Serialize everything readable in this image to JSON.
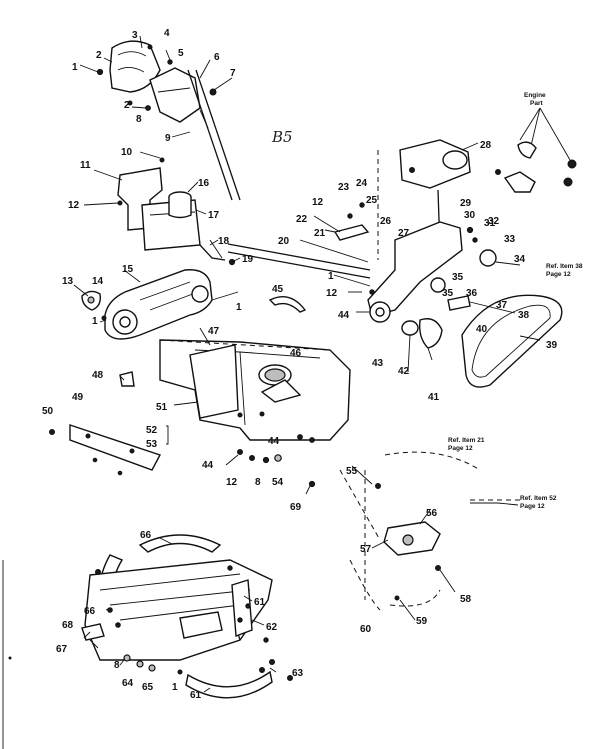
{
  "handwritten_mark": "B5",
  "notes": {
    "engine_part_line1": "Engine",
    "engine_part_line2": "Part",
    "ref_38_line1": "Ref. Item 38",
    "ref_38_line2": "Page 12",
    "ref_21_line1": "Ref. Item 21",
    "ref_21_line2": "Page 12",
    "ref_52_line1": "Ref. Item 52",
    "ref_52_line2": "Page 12"
  },
  "callouts": [
    {
      "id": "c1a",
      "text": "1"
    },
    {
      "id": "c2a",
      "text": "2"
    },
    {
      "id": "c3",
      "text": "3"
    },
    {
      "id": "c4",
      "text": "4"
    },
    {
      "id": "c5",
      "text": "5"
    },
    {
      "id": "c6",
      "text": "6"
    },
    {
      "id": "c7",
      "text": "7"
    },
    {
      "id": "c2b",
      "text": "2"
    },
    {
      "id": "c8a",
      "text": "8"
    },
    {
      "id": "c9",
      "text": "9"
    },
    {
      "id": "c10",
      "text": "10"
    },
    {
      "id": "c11",
      "text": "11"
    },
    {
      "id": "c12a",
      "text": "12"
    },
    {
      "id": "c16",
      "text": "16"
    },
    {
      "id": "c17",
      "text": "17"
    },
    {
      "id": "c18",
      "text": "18"
    },
    {
      "id": "c19",
      "text": "19"
    },
    {
      "id": "c13",
      "text": "13"
    },
    {
      "id": "c14",
      "text": "14"
    },
    {
      "id": "c15",
      "text": "15"
    },
    {
      "id": "c1b",
      "text": "1"
    },
    {
      "id": "c1c",
      "text": "1"
    },
    {
      "id": "c45",
      "text": "45"
    },
    {
      "id": "c28",
      "text": "28"
    },
    {
      "id": "c23",
      "text": "23"
    },
    {
      "id": "c24",
      "text": "24"
    },
    {
      "id": "c12b",
      "text": "12"
    },
    {
      "id": "c25",
      "text": "25"
    },
    {
      "id": "c22",
      "text": "22"
    },
    {
      "id": "c21",
      "text": "21"
    },
    {
      "id": "c26",
      "text": "26"
    },
    {
      "id": "c27",
      "text": "27"
    },
    {
      "id": "c29",
      "text": "29"
    },
    {
      "id": "c30",
      "text": "30"
    },
    {
      "id": "c31",
      "text": "31"
    },
    {
      "id": "c32",
      "text": "32"
    },
    {
      "id": "c33",
      "text": "33"
    },
    {
      "id": "c20",
      "text": "20"
    },
    {
      "id": "c34",
      "text": "34"
    },
    {
      "id": "c1d",
      "text": "1"
    },
    {
      "id": "c35a",
      "text": "35"
    },
    {
      "id": "c12c",
      "text": "12"
    },
    {
      "id": "c35b",
      "text": "35"
    },
    {
      "id": "c36",
      "text": "36"
    },
    {
      "id": "c37",
      "text": "37"
    },
    {
      "id": "c44a",
      "text": "44"
    },
    {
      "id": "c38",
      "text": "38"
    },
    {
      "id": "c40",
      "text": "40"
    },
    {
      "id": "c39",
      "text": "39"
    },
    {
      "id": "c43",
      "text": "43"
    },
    {
      "id": "c42",
      "text": "42"
    },
    {
      "id": "c41",
      "text": "41"
    },
    {
      "id": "c47",
      "text": "47"
    },
    {
      "id": "c46",
      "text": "46"
    },
    {
      "id": "c48",
      "text": "48"
    },
    {
      "id": "c51",
      "text": "51"
    },
    {
      "id": "c50",
      "text": "50"
    },
    {
      "id": "c49",
      "text": "49"
    },
    {
      "id": "c52",
      "text": "52"
    },
    {
      "id": "c53",
      "text": "53"
    },
    {
      "id": "c44b",
      "text": "44"
    },
    {
      "id": "c44c",
      "text": "44"
    },
    {
      "id": "c12d",
      "text": "12"
    },
    {
      "id": "c8b",
      "text": "8"
    },
    {
      "id": "c54",
      "text": "54"
    },
    {
      "id": "c69",
      "text": "69"
    },
    {
      "id": "c55",
      "text": "55"
    },
    {
      "id": "c56",
      "text": "56"
    },
    {
      "id": "c57",
      "text": "57"
    },
    {
      "id": "c58",
      "text": "58"
    },
    {
      "id": "c59",
      "text": "59"
    },
    {
      "id": "c60",
      "text": "60"
    },
    {
      "id": "c66a",
      "text": "66"
    },
    {
      "id": "c61a",
      "text": "61"
    },
    {
      "id": "c66b",
      "text": "66"
    },
    {
      "id": "c68",
      "text": "68"
    },
    {
      "id": "c62",
      "text": "62"
    },
    {
      "id": "c67",
      "text": "67"
    },
    {
      "id": "c8c",
      "text": "8"
    },
    {
      "id": "c63",
      "text": "63"
    },
    {
      "id": "c64",
      "text": "64"
    },
    {
      "id": "c65",
      "text": "65"
    },
    {
      "id": "c1e",
      "text": "1"
    },
    {
      "id": "c61b",
      "text": "61"
    }
  ]
}
